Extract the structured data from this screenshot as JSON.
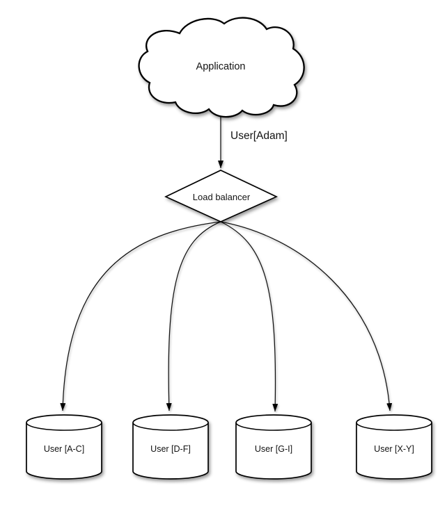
{
  "diagram": {
    "kind": "sharding-architecture-diagram",
    "background_color": "#ffffff",
    "node_fill_color": "#ffffff",
    "stroke_color": "#000000",
    "text_color": "#121212"
  },
  "nodes": {
    "application": {
      "label": "Application",
      "shape": "cloud"
    },
    "load_balancer": {
      "label": "Load balancer",
      "shape": "diamond"
    },
    "shards": [
      {
        "label": "User [A-C]",
        "shape": "cylinder"
      },
      {
        "label": "User [D-F]",
        "shape": "cylinder"
      },
      {
        "label": "User [G-I]",
        "shape": "cylinder"
      },
      {
        "label": "User [X-Y]",
        "shape": "cylinder"
      }
    ]
  },
  "edges": {
    "app_to_lb": {
      "from": "Application",
      "to": "Load balancer",
      "label": "User[Adam]"
    },
    "lb_to_shards": [
      {
        "from": "Load balancer",
        "to": "User [A-C]"
      },
      {
        "from": "Load balancer",
        "to": "User [D-F]"
      },
      {
        "from": "Load balancer",
        "to": "User [G-I]"
      },
      {
        "from": "Load balancer",
        "to": "User [X-Y]"
      }
    ]
  }
}
